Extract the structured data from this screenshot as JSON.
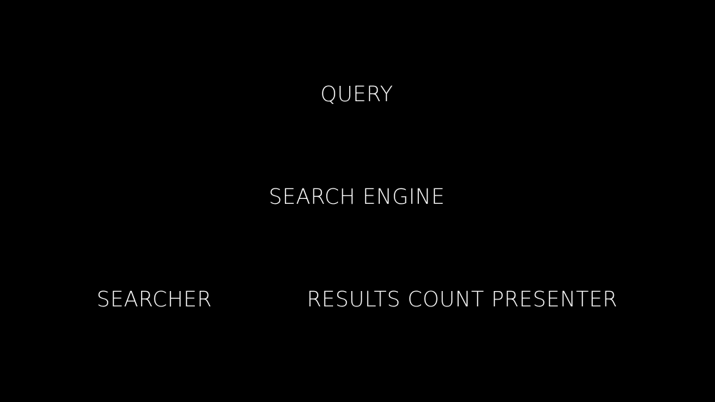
{
  "slide": {
    "background_color": "#000000",
    "text_color": "#ffffff",
    "nodes": {
      "query": "QUERY",
      "search_engine": "SEARCH ENGINE",
      "searcher": "SEARCHER",
      "results_count_presenter": "RESULTS COUNT PRESENTER"
    }
  }
}
